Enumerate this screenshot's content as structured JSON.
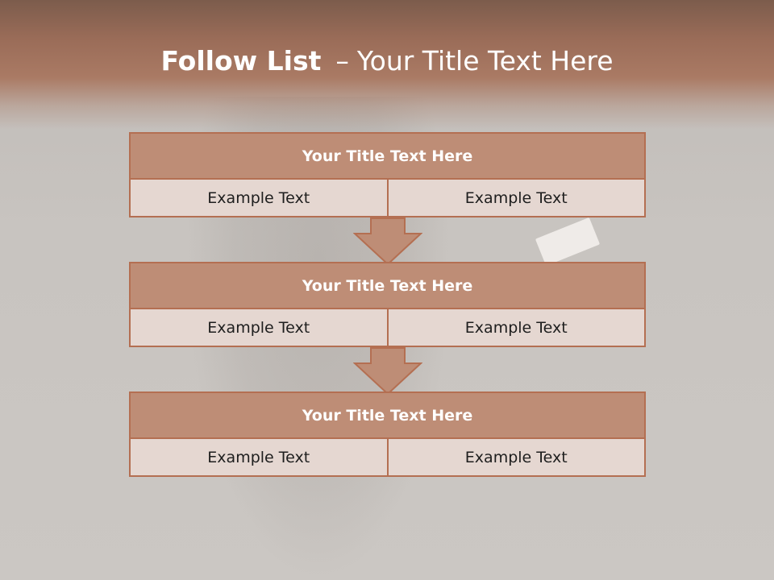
{
  "slide": {
    "title_bold": "Follow List",
    "title_dash": "–",
    "title_rest": "Your Title Text Here"
  },
  "colors": {
    "header_band": "#aa7a64",
    "block_border": "#b46f52",
    "block_title_fill": "#be8d76",
    "block_cell_fill": "#e5d7d1",
    "arrow_fill": "#be8d76"
  },
  "blocks": [
    {
      "title": "Your Title Text Here",
      "left": "Example Text",
      "right": "Example Text"
    },
    {
      "title": "Your Title Text Here",
      "left": "Example Text",
      "right": "Example Text"
    },
    {
      "title": "Your Title Text Here",
      "left": "Example Text",
      "right": "Example Text"
    }
  ]
}
